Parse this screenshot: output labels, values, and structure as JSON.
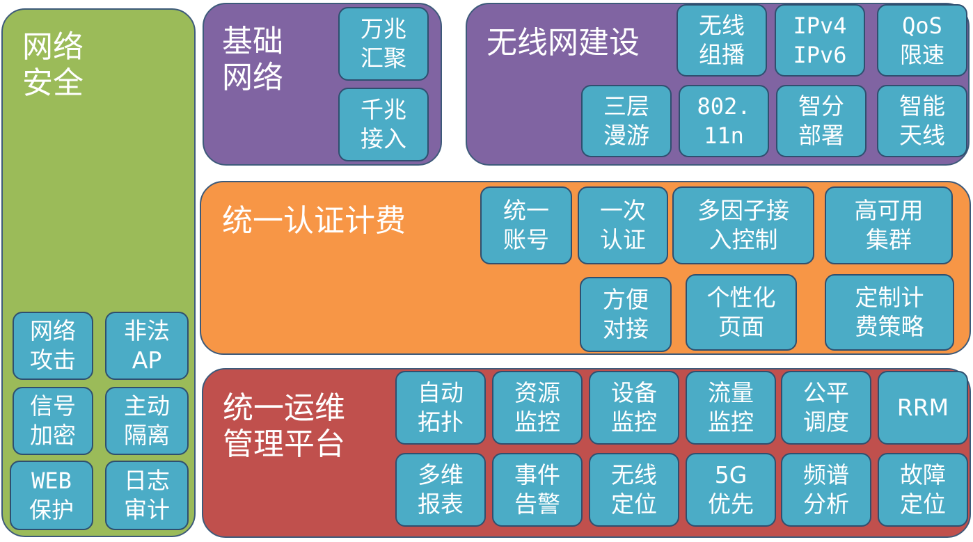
{
  "security": {
    "title": "网络\n安全",
    "items": [
      "网络\n攻击",
      "非法\nAP",
      "信号\n加密",
      "主动\n隔离",
      "WEB\n保护",
      "日志\n审计"
    ]
  },
  "basic": {
    "title": "基础\n网络",
    "items": [
      "万兆\n汇聚",
      "千兆\n接入"
    ]
  },
  "wireless": {
    "title": "无线网建设",
    "items": [
      "无线\n组播",
      "IPv4\nIPv6",
      "QoS\n限速",
      "三层\n漫游",
      "802.\n11n",
      "智分\n部署",
      "智能\n天线"
    ]
  },
  "auth": {
    "title": "统一认证计费",
    "items": [
      "统一\n账号",
      "一次\n认证",
      "多因子接\n入控制",
      "高可用\n集群",
      "方便\n对接",
      "个性化\n页面",
      "定制计\n费策略"
    ]
  },
  "ops": {
    "title": "统一运维\n管理平台",
    "items": [
      "自动\n拓扑",
      "资源\n监控",
      "设备\n监控",
      "流量\n监控",
      "公平\n调度",
      "RRM",
      "多维\n报表",
      "事件\n告警",
      "无线\n定位",
      "5G\n优先",
      "频谱\n分析",
      "故障\n定位"
    ]
  },
  "colors": {
    "security_panel": "#9bbb59",
    "network_panels": "#8064a2",
    "auth_panel": "#f79646",
    "ops_panel": "#c0504d",
    "cell": "#4bacc6",
    "text": "#ffffff"
  }
}
